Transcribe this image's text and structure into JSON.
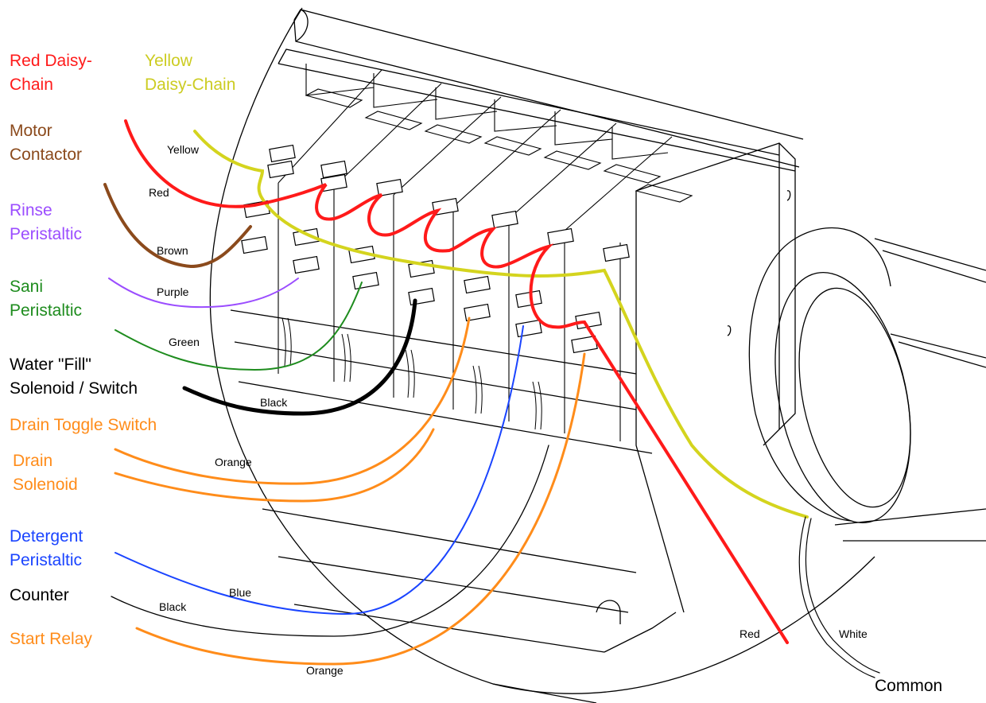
{
  "side_labels": [
    {
      "key": "red_daisy",
      "lines": [
        "Red Daisy-",
        "Chain"
      ],
      "color": "#ff1a1a"
    },
    {
      "key": "yellow_daisy",
      "lines": [
        "Yellow",
        "Daisy-Chain"
      ],
      "color": "#cccc22"
    },
    {
      "key": "motor",
      "lines": [
        "Motor",
        "Contactor"
      ],
      "color": "#8b4a1c"
    },
    {
      "key": "rinse",
      "lines": [
        "Rinse",
        "Peristaltic"
      ],
      "color": "#9b4dff"
    },
    {
      "key": "sani",
      "lines": [
        "Sani",
        "Peristaltic"
      ],
      "color": "#1e8c1e"
    },
    {
      "key": "water",
      "lines": [
        "Water  \"Fill\"",
        "Solenoid / Switch"
      ],
      "color": "#000000"
    },
    {
      "key": "drain_toggle",
      "lines": [
        "Drain Toggle Switch"
      ],
      "color": "#ff8c1a"
    },
    {
      "key": "drain_sol",
      "lines": [
        "Drain",
        "Solenoid"
      ],
      "color": "#ff8c1a"
    },
    {
      "key": "detergent",
      "lines": [
        "Detergent",
        "Peristaltic"
      ],
      "color": "#1a44ff"
    },
    {
      "key": "counter",
      "lines": [
        "Counter"
      ],
      "color": "#000000"
    },
    {
      "key": "start_relay",
      "lines": [
        "Start Relay"
      ],
      "color": "#ff8c1a"
    },
    {
      "key": "common",
      "lines": [
        "Common"
      ],
      "color": "#000000"
    }
  ],
  "wire_labels": {
    "yellow": "Yellow",
    "red": "Red",
    "brown": "Brown",
    "purple": "Purple",
    "green": "Green",
    "black": "Black",
    "orange": "Orange",
    "blue": "Blue",
    "black2": "Black",
    "orange2": "Orange",
    "red2": "Red",
    "white": "White"
  }
}
